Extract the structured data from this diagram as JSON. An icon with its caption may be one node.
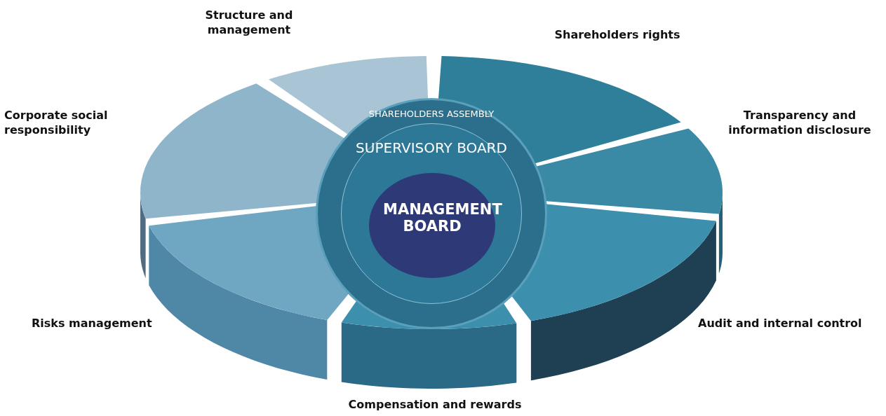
{
  "diagram": {
    "nodes": [
      {
        "text": [
          "SHAREHOLDERS ASSEMBLY"
        ]
      },
      {
        "text": [
          "SUPERVISORY BOARD"
        ],
        "in": 0
      },
      {
        "text": [
          "MANAGEMENT BOARD"
        ],
        "in": 1
      },
      {
        "text": [
          "Structure and management"
        ]
      },
      {
        "text": [
          "Shareholders rights"
        ]
      },
      {
        "text": [
          "Transparency and information disclosure"
        ]
      },
      {
        "text": [
          "Audit and internal control"
        ]
      },
      {
        "text": [
          "Compensation and rewards"
        ]
      },
      {
        "text": [
          "Risks management"
        ]
      },
      {
        "text": [
          "Corporate social responsibility"
        ]
      }
    ]
  }
}
